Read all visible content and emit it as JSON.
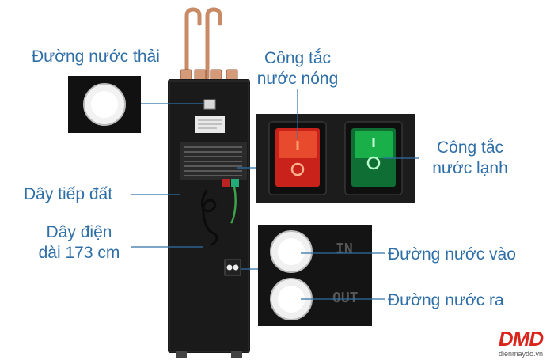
{
  "labels": {
    "waste_water": "Đường nước thải",
    "hot_switch_line1": "Công tắc",
    "hot_switch_line2": "nước nóng",
    "cold_switch_line1": "Công tắc",
    "cold_switch_line2": "nước lạnh",
    "ground_wire": "Dây tiếp đất",
    "power_cord_line1": "Dây điện",
    "power_cord_line2": "dài 173 cm",
    "water_inlet": "Đường nước vào",
    "water_outlet": "Đường nước ra"
  },
  "port_markings": {
    "in": "IN",
    "out": "OUT"
  },
  "brand": {
    "logo": "DMD",
    "site": "dienmaydo.vn"
  },
  "colors": {
    "label_text": "#2f6fa8",
    "machine_body": "#1a1a1a",
    "hot_switch": "#c8221a",
    "cold_switch": "#19b04a",
    "brand_red": "#d9251c"
  }
}
